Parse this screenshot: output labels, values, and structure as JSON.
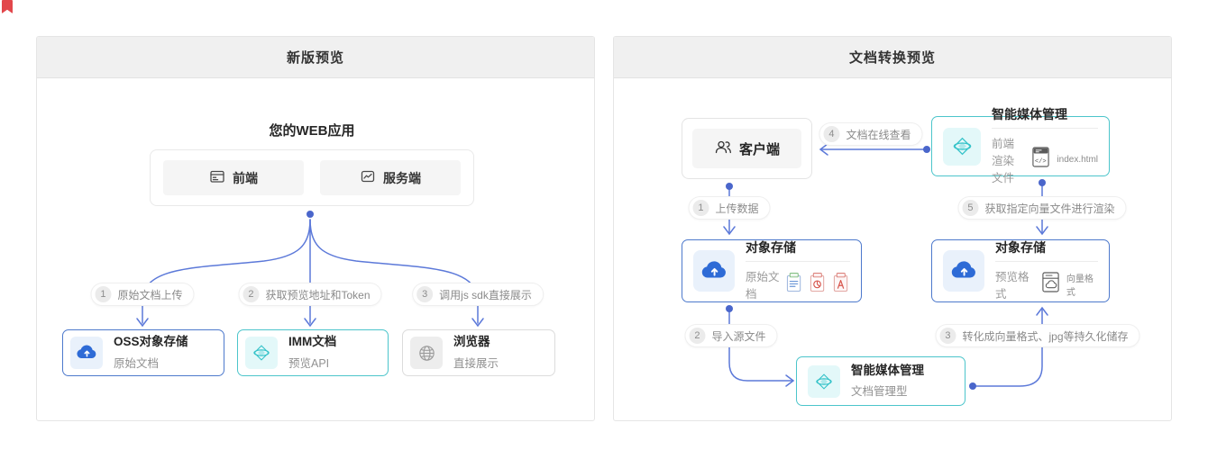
{
  "bookmark": {
    "color": "#e2474b"
  },
  "left_panel": {
    "header": "新版预览",
    "web_app_title": "您的WEB应用",
    "app_buttons": [
      {
        "icon": "browser-window-icon",
        "label": "前端"
      },
      {
        "icon": "line-chart-icon",
        "label": "服务端"
      }
    ],
    "steps": [
      {
        "num": "1",
        "label": "原始文档上传"
      },
      {
        "num": "2",
        "label": "获取预览地址和Token"
      },
      {
        "num": "3",
        "label": "调用js sdk直接展示"
      }
    ],
    "cards": [
      {
        "icon": "oss-cloud-icon",
        "title": "OSS对象存储",
        "subtitle": "原始文档",
        "accent": "#4d79cc"
      },
      {
        "icon": "imm-icon",
        "title": "IMM文档",
        "subtitle": "预览API",
        "accent": "#4cc5cb"
      },
      {
        "icon": "globe-icon",
        "title": "浏览器",
        "subtitle": "直接展示",
        "accent": "#dcdcdc"
      }
    ]
  },
  "right_panel": {
    "header": "文档转换预览",
    "client_card": {
      "icon": "users-icon",
      "label": "客户端"
    },
    "imm_top_card": {
      "icon": "imm-icon",
      "title": "智能媒体管理",
      "subtitle": "前端渲染文件",
      "file_icon": "html-file-icon",
      "file_label": "index.html"
    },
    "oss_left_card": {
      "icon": "oss-cloud-icon",
      "title": "对象存储",
      "subtitle": "原始文档",
      "file_icons": [
        "doc-file-icon",
        "ppt-file-icon",
        "pdf-file-icon"
      ]
    },
    "oss_right_card": {
      "icon": "oss-cloud-icon",
      "title": "对象存储",
      "subtitle": "预览格式",
      "file_icon": "vector-file-icon",
      "file_label": "向量格式"
    },
    "imm_bottom_card": {
      "icon": "imm-icon",
      "title": "智能媒体管理",
      "subtitle": "文档管理型"
    },
    "steps": [
      {
        "num": "1",
        "label": "上传数据"
      },
      {
        "num": "2",
        "label": "导入源文件"
      },
      {
        "num": "3",
        "label": "转化成向量格式、jpg等持久化储存"
      },
      {
        "num": "4",
        "label": "文档在线查看"
      },
      {
        "num": "5",
        "label": "获取指定向量文件进行渲染"
      }
    ]
  },
  "colors": {
    "arrow": "#5c79d9",
    "node_dot": "#4a66cb",
    "blue_accent": "#4d79cc",
    "teal_accent": "#4cc5cb",
    "oss_blue": "#2e6bd6",
    "imm_teal": "#35c3c9",
    "header_bg": "#f0f0f0"
  }
}
